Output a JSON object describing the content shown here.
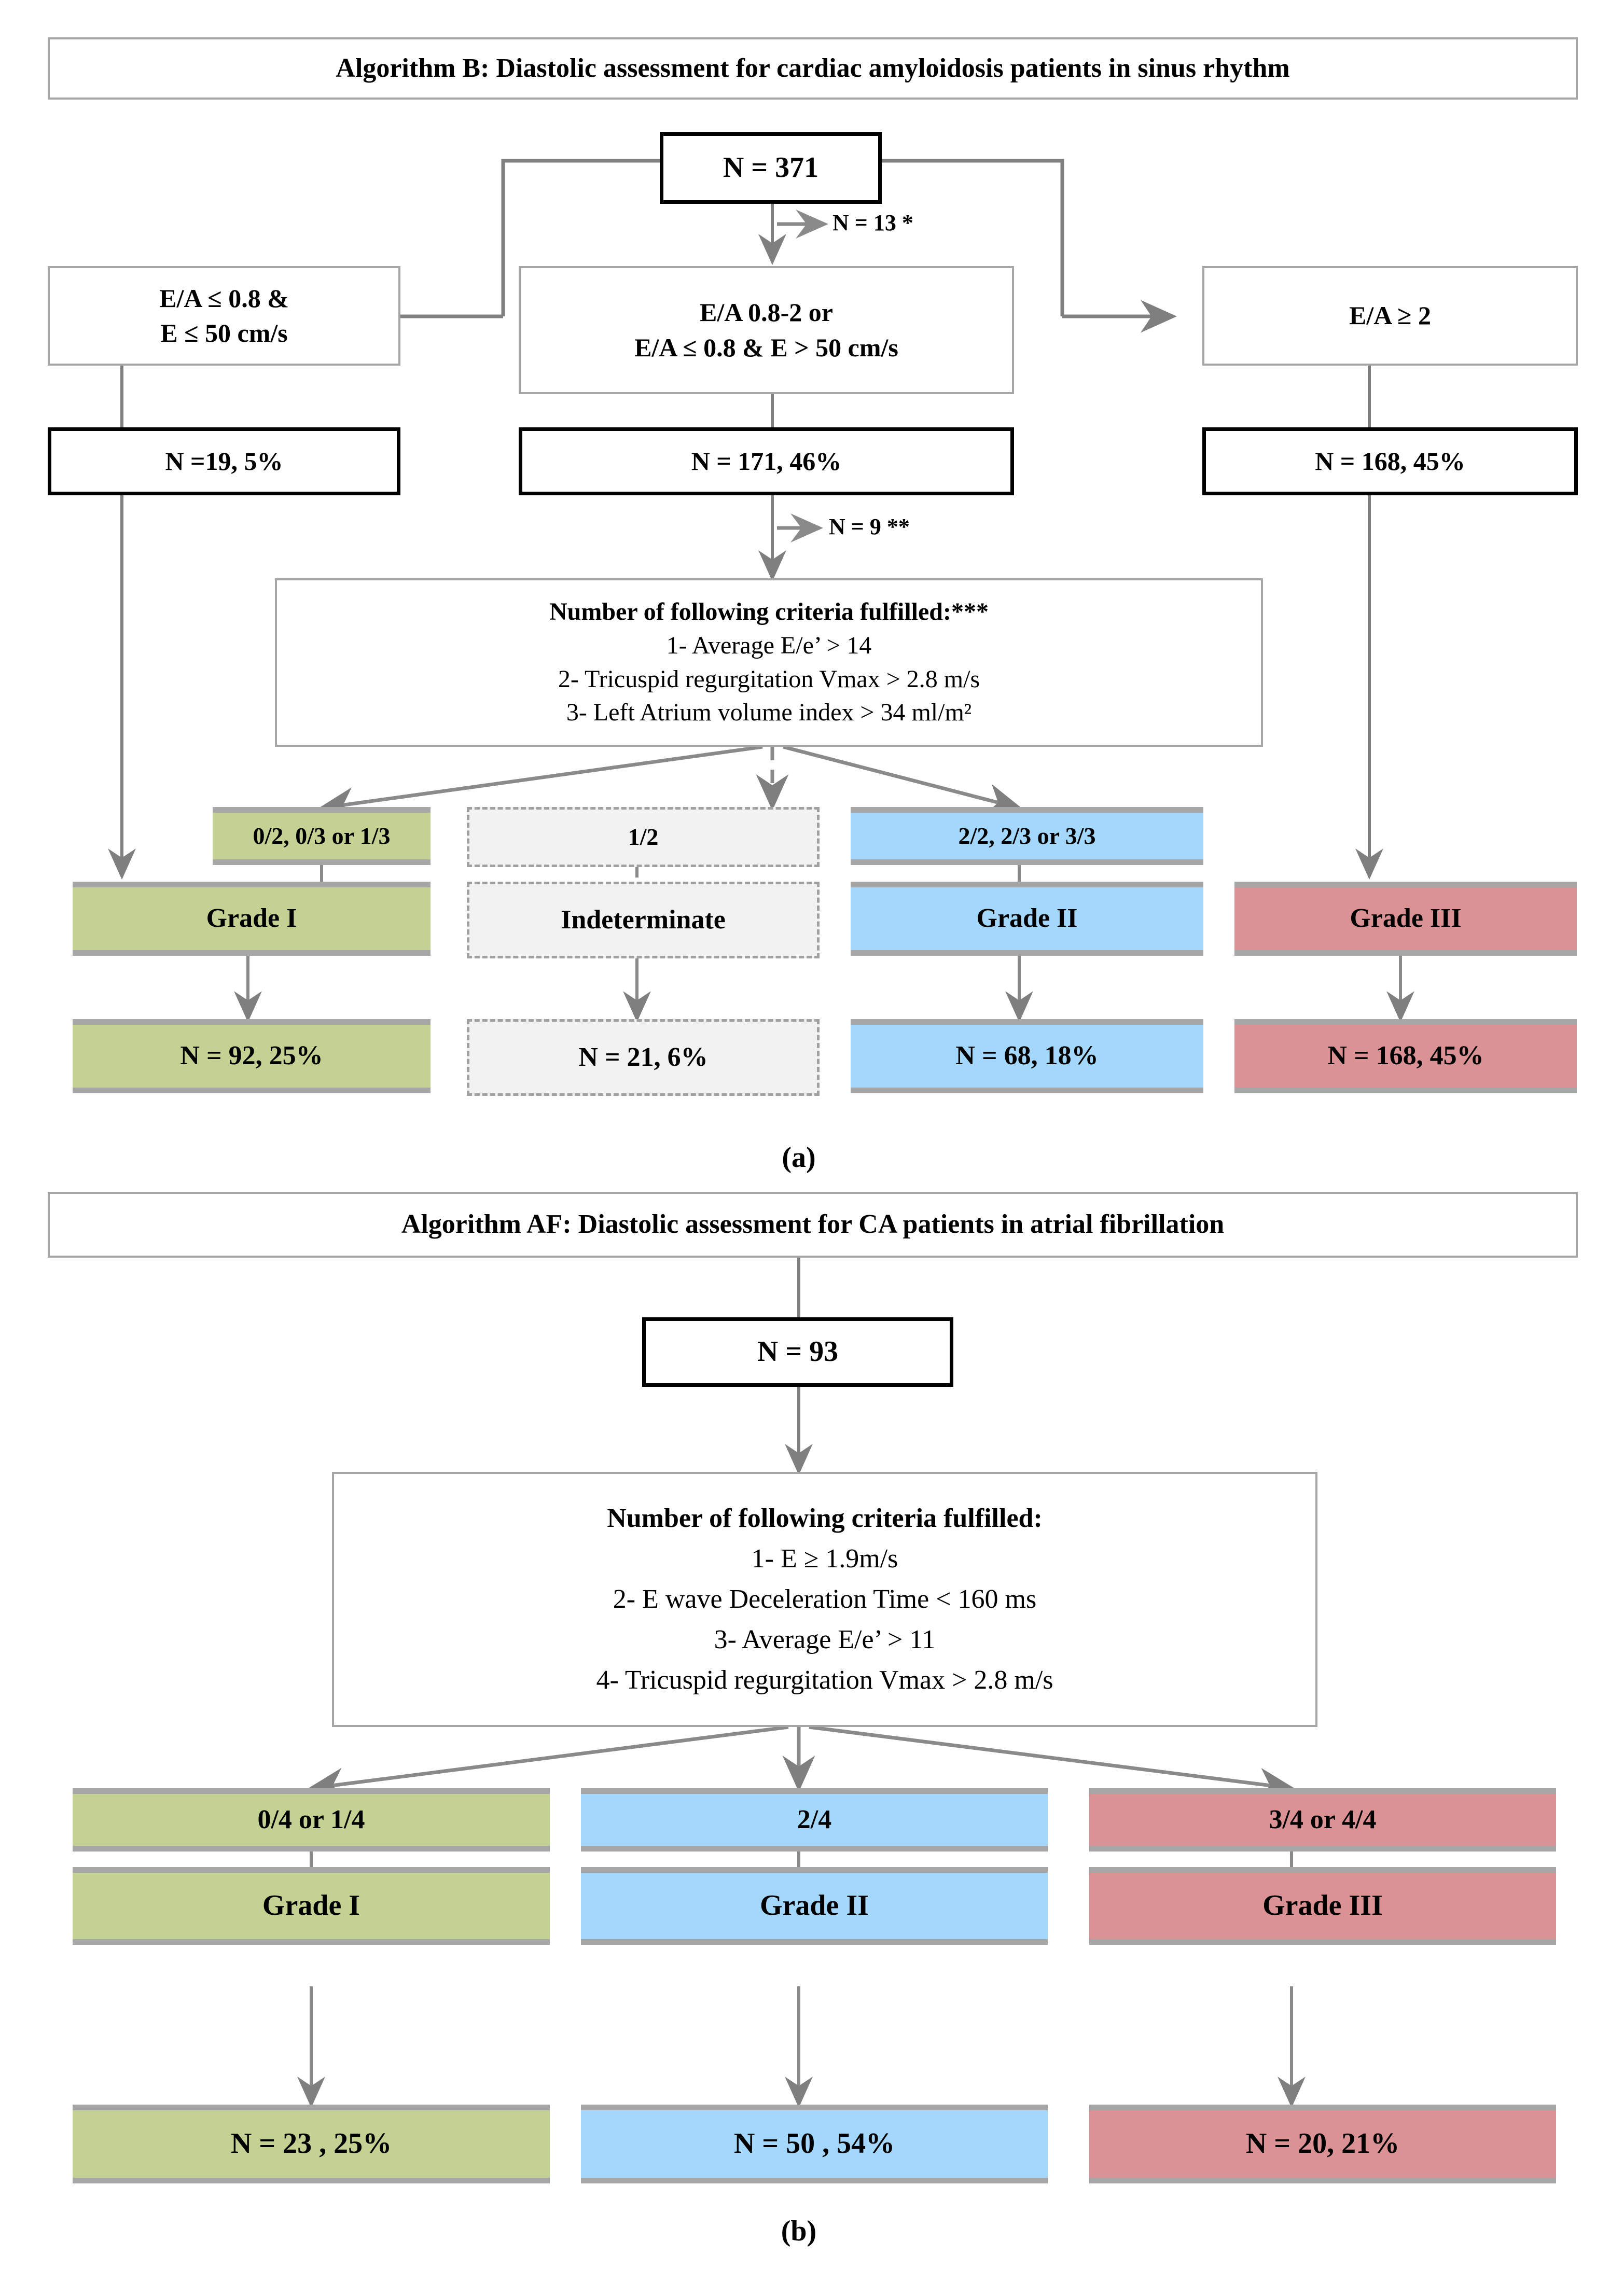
{
  "panel_a": {
    "caption": "(a)",
    "title": "Algorithm B: Diastolic assessment for cardiac amyloidosis patients in sinus rhythm",
    "root": "N = 371",
    "excluded_1": "N = 13 *",
    "excluded_2": "N = 9 **",
    "branches": {
      "left": "E/A ≤ 0.8 &",
      "left2": "E ≤ 50 cm/s",
      "middle": "E/A 0.8-2 or",
      "middle2": "E/A ≤ 0.8 & E > 50 cm/s",
      "right": "E/A ≥ 2"
    },
    "counts": {
      "left": "N =19, 5%",
      "middle": "N = 171, 46%",
      "right": "N = 168, 45%"
    },
    "criteria": {
      "header": "Number of following criteria fulfilled:***",
      "items": [
        "1- Average E/e’ > 14",
        "2- Tricuspid regurgitation Vmax > 2.8 m/s",
        "3- Left Atrium volume index > 34 ml/m²"
      ]
    },
    "score_boxes": {
      "green": "0/2, 0/3 or 1/3",
      "gray": "1/2",
      "blue": "2/2, 2/3 or 3/3"
    },
    "grades": {
      "green": "Grade I",
      "gray": "Indeterminate",
      "blue": "Grade II",
      "red": "Grade III"
    },
    "results": {
      "green": "N = 92, 25%",
      "gray": "N = 21, 6%",
      "blue": "N = 68, 18%",
      "red": "N = 168, 45%"
    }
  },
  "panel_b": {
    "caption": "(b)",
    "title": "Algorithm AF: Diastolic assessment for CA patients in  atrial fibrillation",
    "root": "N = 93",
    "criteria": {
      "header": "Number of following criteria fulfilled:",
      "items": [
        "1- E ≥ 1.9m/s",
        "2- E wave Deceleration  Time < 160 ms",
        "3- Average  E/e’ > 11",
        "4- Tricuspid regurgitation  Vmax > 2.8 m/s"
      ]
    },
    "score_boxes": {
      "green": "0/4 or 1/4",
      "blue": "2/4",
      "red": "3/4 or 4/4"
    },
    "grades": {
      "green": "Grade I",
      "blue": "Grade II",
      "red": "Grade III"
    },
    "results": {
      "green": "N = 23 , 25%",
      "blue": "N = 50 , 54%",
      "red": "N = 20, 21%"
    }
  },
  "colors": {
    "green": "#c3d293",
    "blue": "#a3d8fc",
    "red": "#db9295",
    "gray": "#f2f2f2",
    "line": "#7f7f7f",
    "border": "#a6a6a6"
  }
}
